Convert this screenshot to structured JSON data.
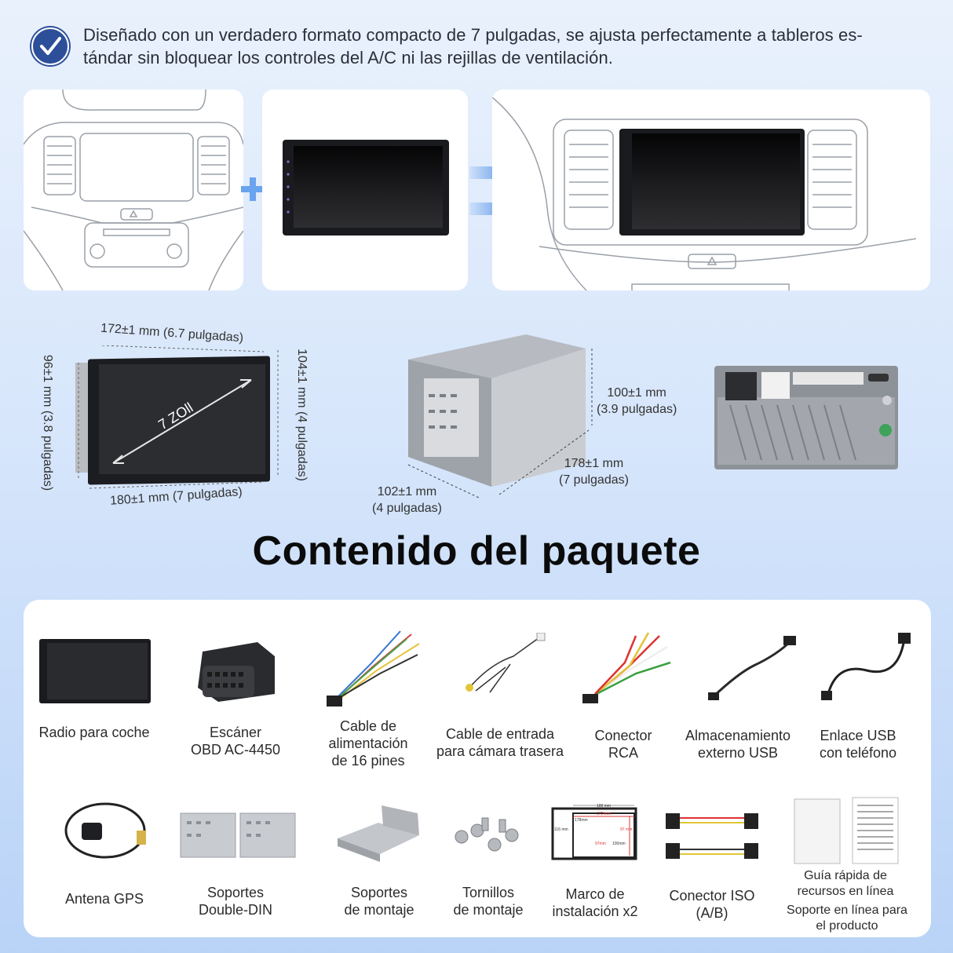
{
  "header": {
    "check_icon": "check-icon",
    "line1": "Diseñado con un verdadero formato compacto de 7 pulgadas, se ajusta perfectamente a tableros es-",
    "line2": "tándar sin bloquear los controles del A/C ni las rejillas de ventilación."
  },
  "colors": {
    "accent": "#2d4f9a",
    "arrow": "#4f90e8"
  },
  "dimensions": {
    "front": {
      "top": "172±1 mm (6.7 pulgadas)",
      "bottom": "180±1 mm (7 pulgadas)",
      "left": "96±1 mm (3.8 pulgadas)",
      "right": "104±1 mm (4 pulgadas)",
      "diagonal": "7 ZOll"
    },
    "side": {
      "height_line1": "100±1 mm",
      "height_line2": "(3.9 pulgadas)",
      "depth_line1": "178±1 mm",
      "depth_line2": "(7 pulgadas)",
      "width_line1": "102±1 mm",
      "width_line2": "(4 pulgadas)"
    }
  },
  "package_title": "Contenido del paquete",
  "items_row1": [
    {
      "label": "Radio para coche"
    },
    {
      "label": "Escáner\nOBD AC-4450"
    },
    {
      "label": "Cable de\nalimentación\nde 16 pines"
    },
    {
      "label": "Cable de entrada\npara cámara trasera"
    },
    {
      "label": "Conector\nRCA"
    },
    {
      "label": "Almacenamiento\nexterno USB"
    },
    {
      "label": "Enlace USB\ncon teléfono"
    }
  ],
  "items_row2": [
    {
      "label": "Antena GPS"
    },
    {
      "label": "Soportes\nDouble-DIN"
    },
    {
      "label": "Soportes\nde montaje"
    },
    {
      "label": "Tornillos\nde montaje"
    },
    {
      "label": "Marco de\ninstalación x2"
    },
    {
      "label": "Conector ISO\n(A/B)"
    },
    {
      "label": "Guía rápida de\nrecursos en línea"
    }
  ],
  "support_note": "Soporte en línea para\nel producto",
  "frame_dims": [
    "188 mm",
    "178mm",
    "172 mm",
    "116 mm",
    "97 mm",
    "97mm",
    "100mm"
  ]
}
